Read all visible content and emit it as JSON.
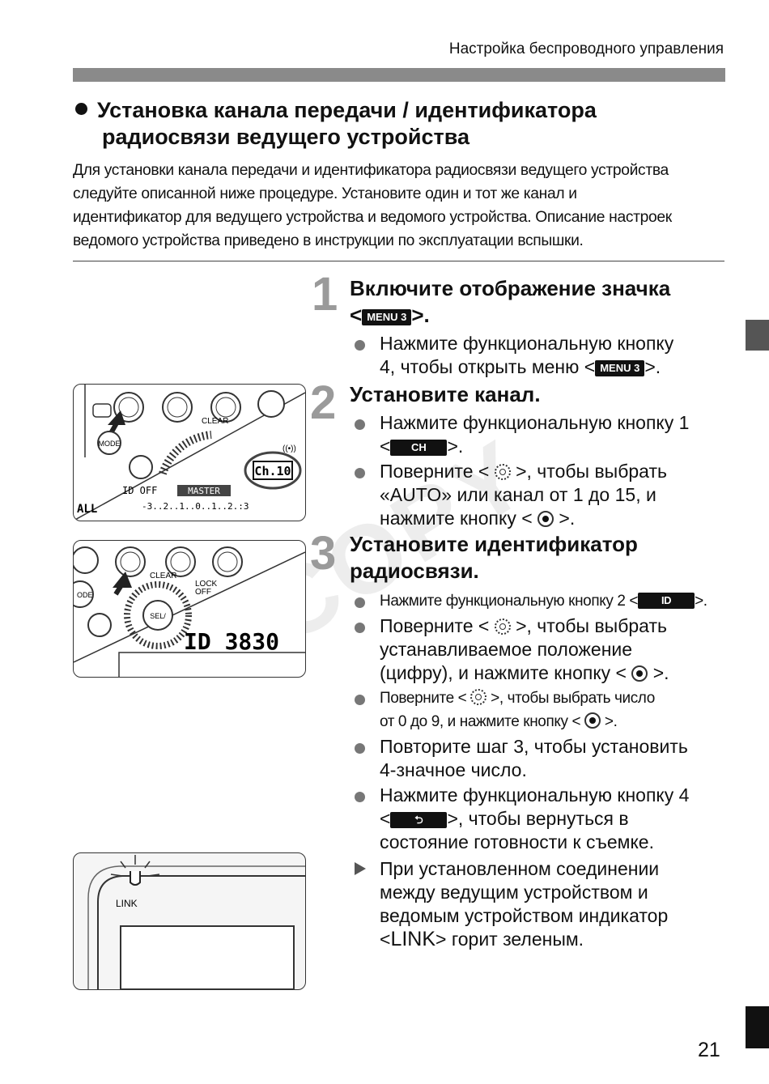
{
  "header": "Настройка беспроводного управления",
  "section_title_l1": "Установка канала передачи / идентификатора",
  "section_title_l2": "радиосвязи ведущего устройства",
  "intro": [
    "Для установки канала передачи и идентификатора радиосвязи ведущего устройства",
    "следуйте описанной ниже процедуре. Установите один и тот же канал и",
    "идентификатор для ведущего устройства и ведомого устройства. Описание настроек",
    "ведомого устройства приведено в инструкции по эксплуатации вспышки."
  ],
  "watermark": "COPY",
  "tags": {
    "menu3": "MENU 3",
    "ch": "CH",
    "id": "ID",
    "back": "⮌"
  },
  "step1": {
    "num": "1",
    "title_a": "Включите отображение значка",
    "title_b_pre": "<",
    "title_b_post": ">.",
    "b1_a": "Нажмите функциональную кнопку",
    "b1_b_pre": "4, чтобы открыть меню <",
    "b1_b_post": ">."
  },
  "step2": {
    "num": "2",
    "title": "Установите канал.",
    "b1_a": "Нажмите функциональную кнопку 1",
    "b1_b_pre": "<",
    "b1_b_post": ">.",
    "b2_a_pre": "Поверните < ",
    "b2_a_post": " >, чтобы выбрать",
    "b2_b": "«AUTO» или канал от 1 до 15, и",
    "b2_c_pre": "нажмите кнопку < ",
    "b2_c_post": " >."
  },
  "step3": {
    "num": "3",
    "title_a": "Установите идентификатор",
    "title_b": "радиосвязи.",
    "b1_pre": "Нажмите функциональную кнопку 2 <",
    "b1_post": ">.",
    "b2_a_pre": "Поверните < ",
    "b2_a_post": " >, чтобы выбрать",
    "b2_b": "устанавливаемое положение",
    "b2_c_pre": "(цифру), и нажмите кнопку < ",
    "b2_c_post": " >.",
    "b3_a_pre": "Поверните < ",
    "b3_a_post": " >, чтобы выбрать число",
    "b3_b_pre": "от 0 до 9, и нажмите кнопку < ",
    "b3_b_post": " >.",
    "b4_a": "Повторите шаг 3, чтобы установить",
    "b4_b": "4-значное число.",
    "b5_a": "Нажмите функциональную кнопку 4",
    "b5_b_pre": "<",
    "b5_b_post": ">, чтобы вернуться в",
    "b5_c": "состояние готовности к съемке.",
    "r1_a": "При установленном соединении",
    "r1_b": "между ведущим устройством и",
    "r1_c": "ведомым устройством индикатор",
    "r1_d_pre": "<",
    "r1_d_link": "LINK",
    "r1_d_post": "> горит зеленым."
  },
  "figures": {
    "fig1": {
      "clear": "CLEAR",
      "mode": "MODE",
      "ch": "Ch.10",
      "master": "MASTER",
      "off": "ID OFF",
      "all": "ALL",
      "scale": "-3..2..1..0..1..2.:3"
    },
    "fig2": {
      "clear": "CLEAR",
      "lock": "LOCK",
      "off": "OFF",
      "sel": "SEL/",
      "mode": "ODE",
      "id": "ID 3830"
    },
    "fig3": {
      "link": "LINK"
    }
  },
  "page_number": "21"
}
